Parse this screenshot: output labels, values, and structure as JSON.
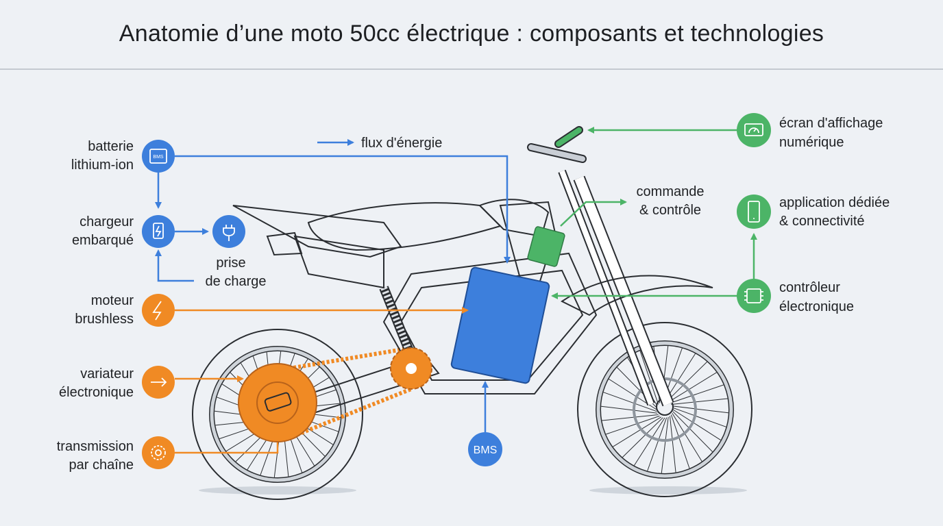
{
  "title": "Anatomie d’une moto 50cc électrique : composants et technologies",
  "colors": {
    "energy": "#3d7fdc",
    "propulsion": "#f08a24",
    "control": "#4cb467",
    "background": "#eef1f5"
  },
  "legend": {
    "flux": "flux d'énergie"
  },
  "left": [
    {
      "line1": "batterie",
      "line2": "lithium-ion",
      "icon": "bms-chip-icon"
    },
    {
      "line1": "chargeur",
      "line2": "embarqué",
      "icon": "battery-charge-icon"
    },
    {
      "line1": "moteur",
      "line2": "brushless",
      "icon": "lightning-icon"
    },
    {
      "line1": "variateur",
      "line2": "électronique",
      "icon": "arrow-right-icon"
    },
    {
      "line1": "transmission",
      "line2": "par chaîne",
      "icon": "gear-icon"
    }
  ],
  "prise": {
    "line1": "prise",
    "line2": "de charge",
    "icon": "plug-icon"
  },
  "bms": {
    "label": "BMS",
    "chip": "BMS"
  },
  "commande": {
    "line1": "commande",
    "line2": "& contrôle"
  },
  "right": [
    {
      "line1": "écran d'affichage",
      "line2": "numérique",
      "icon": "gauge-display-icon"
    },
    {
      "line1": "application dédiée",
      "line2": "& connectivité",
      "icon": "smartphone-icon"
    },
    {
      "line1": "contrôleur",
      "line2": "électronique",
      "icon": "chip-icon"
    }
  ]
}
